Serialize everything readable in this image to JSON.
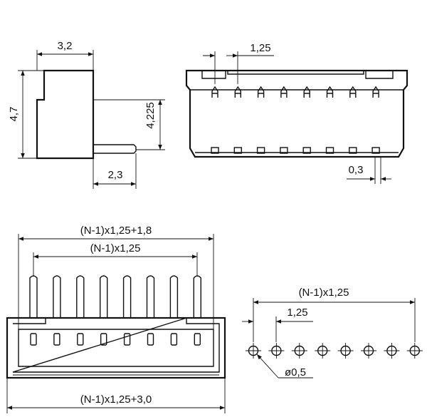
{
  "side_view": {
    "width_label": "3,2",
    "height_label": "4,7",
    "inner_height_label": "4,225",
    "pin_length_label": "2,3"
  },
  "front_view": {
    "pitch_label": "1,25",
    "pin_thickness_label": "0,3",
    "pin_count": 8
  },
  "top_view": {
    "outer_width_label": "(N-1)x1,25+1,8",
    "pin_span_label": "(N-1)x1,25",
    "overall_label": "(N-1)x1,25+3,0",
    "pin_count": 8
  },
  "footprint_view": {
    "span_label": "(N-1)x1,25",
    "pitch_label": "1,25",
    "hole_label": "ø0,5",
    "hole_count": 8
  }
}
